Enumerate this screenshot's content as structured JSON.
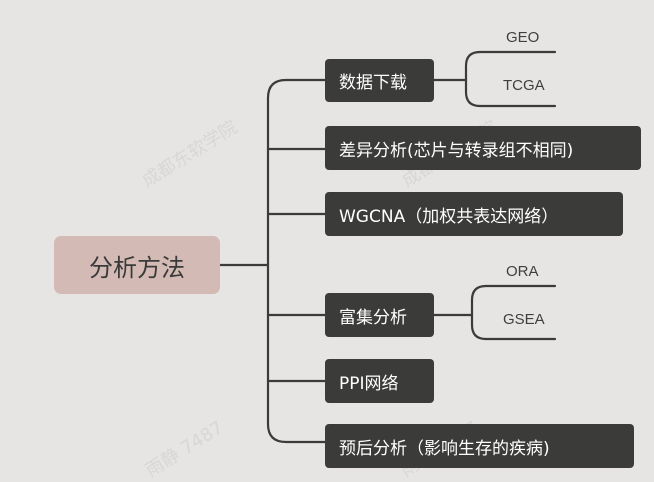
{
  "root": {
    "label": "分析方法"
  },
  "branches": [
    {
      "label": "数据下载",
      "children": [
        "GEO",
        "TCGA"
      ]
    },
    {
      "label": "差异分析(芯片与转录组不相同)"
    },
    {
      "label": "WGCNA（加权共表达网络）"
    },
    {
      "label": "富集分析",
      "children": [
        "ORA",
        "GSEA"
      ]
    },
    {
      "label": "PPI网络"
    },
    {
      "label": "预后分析（影响生存的疾病)"
    }
  ],
  "watermarks": [
    "成都东软学院",
    "雨静 7487"
  ],
  "colors": {
    "background": "#e6e5e3",
    "root": "#d4bab4",
    "branch": "#3b3b39",
    "line": "#3b3b39"
  }
}
